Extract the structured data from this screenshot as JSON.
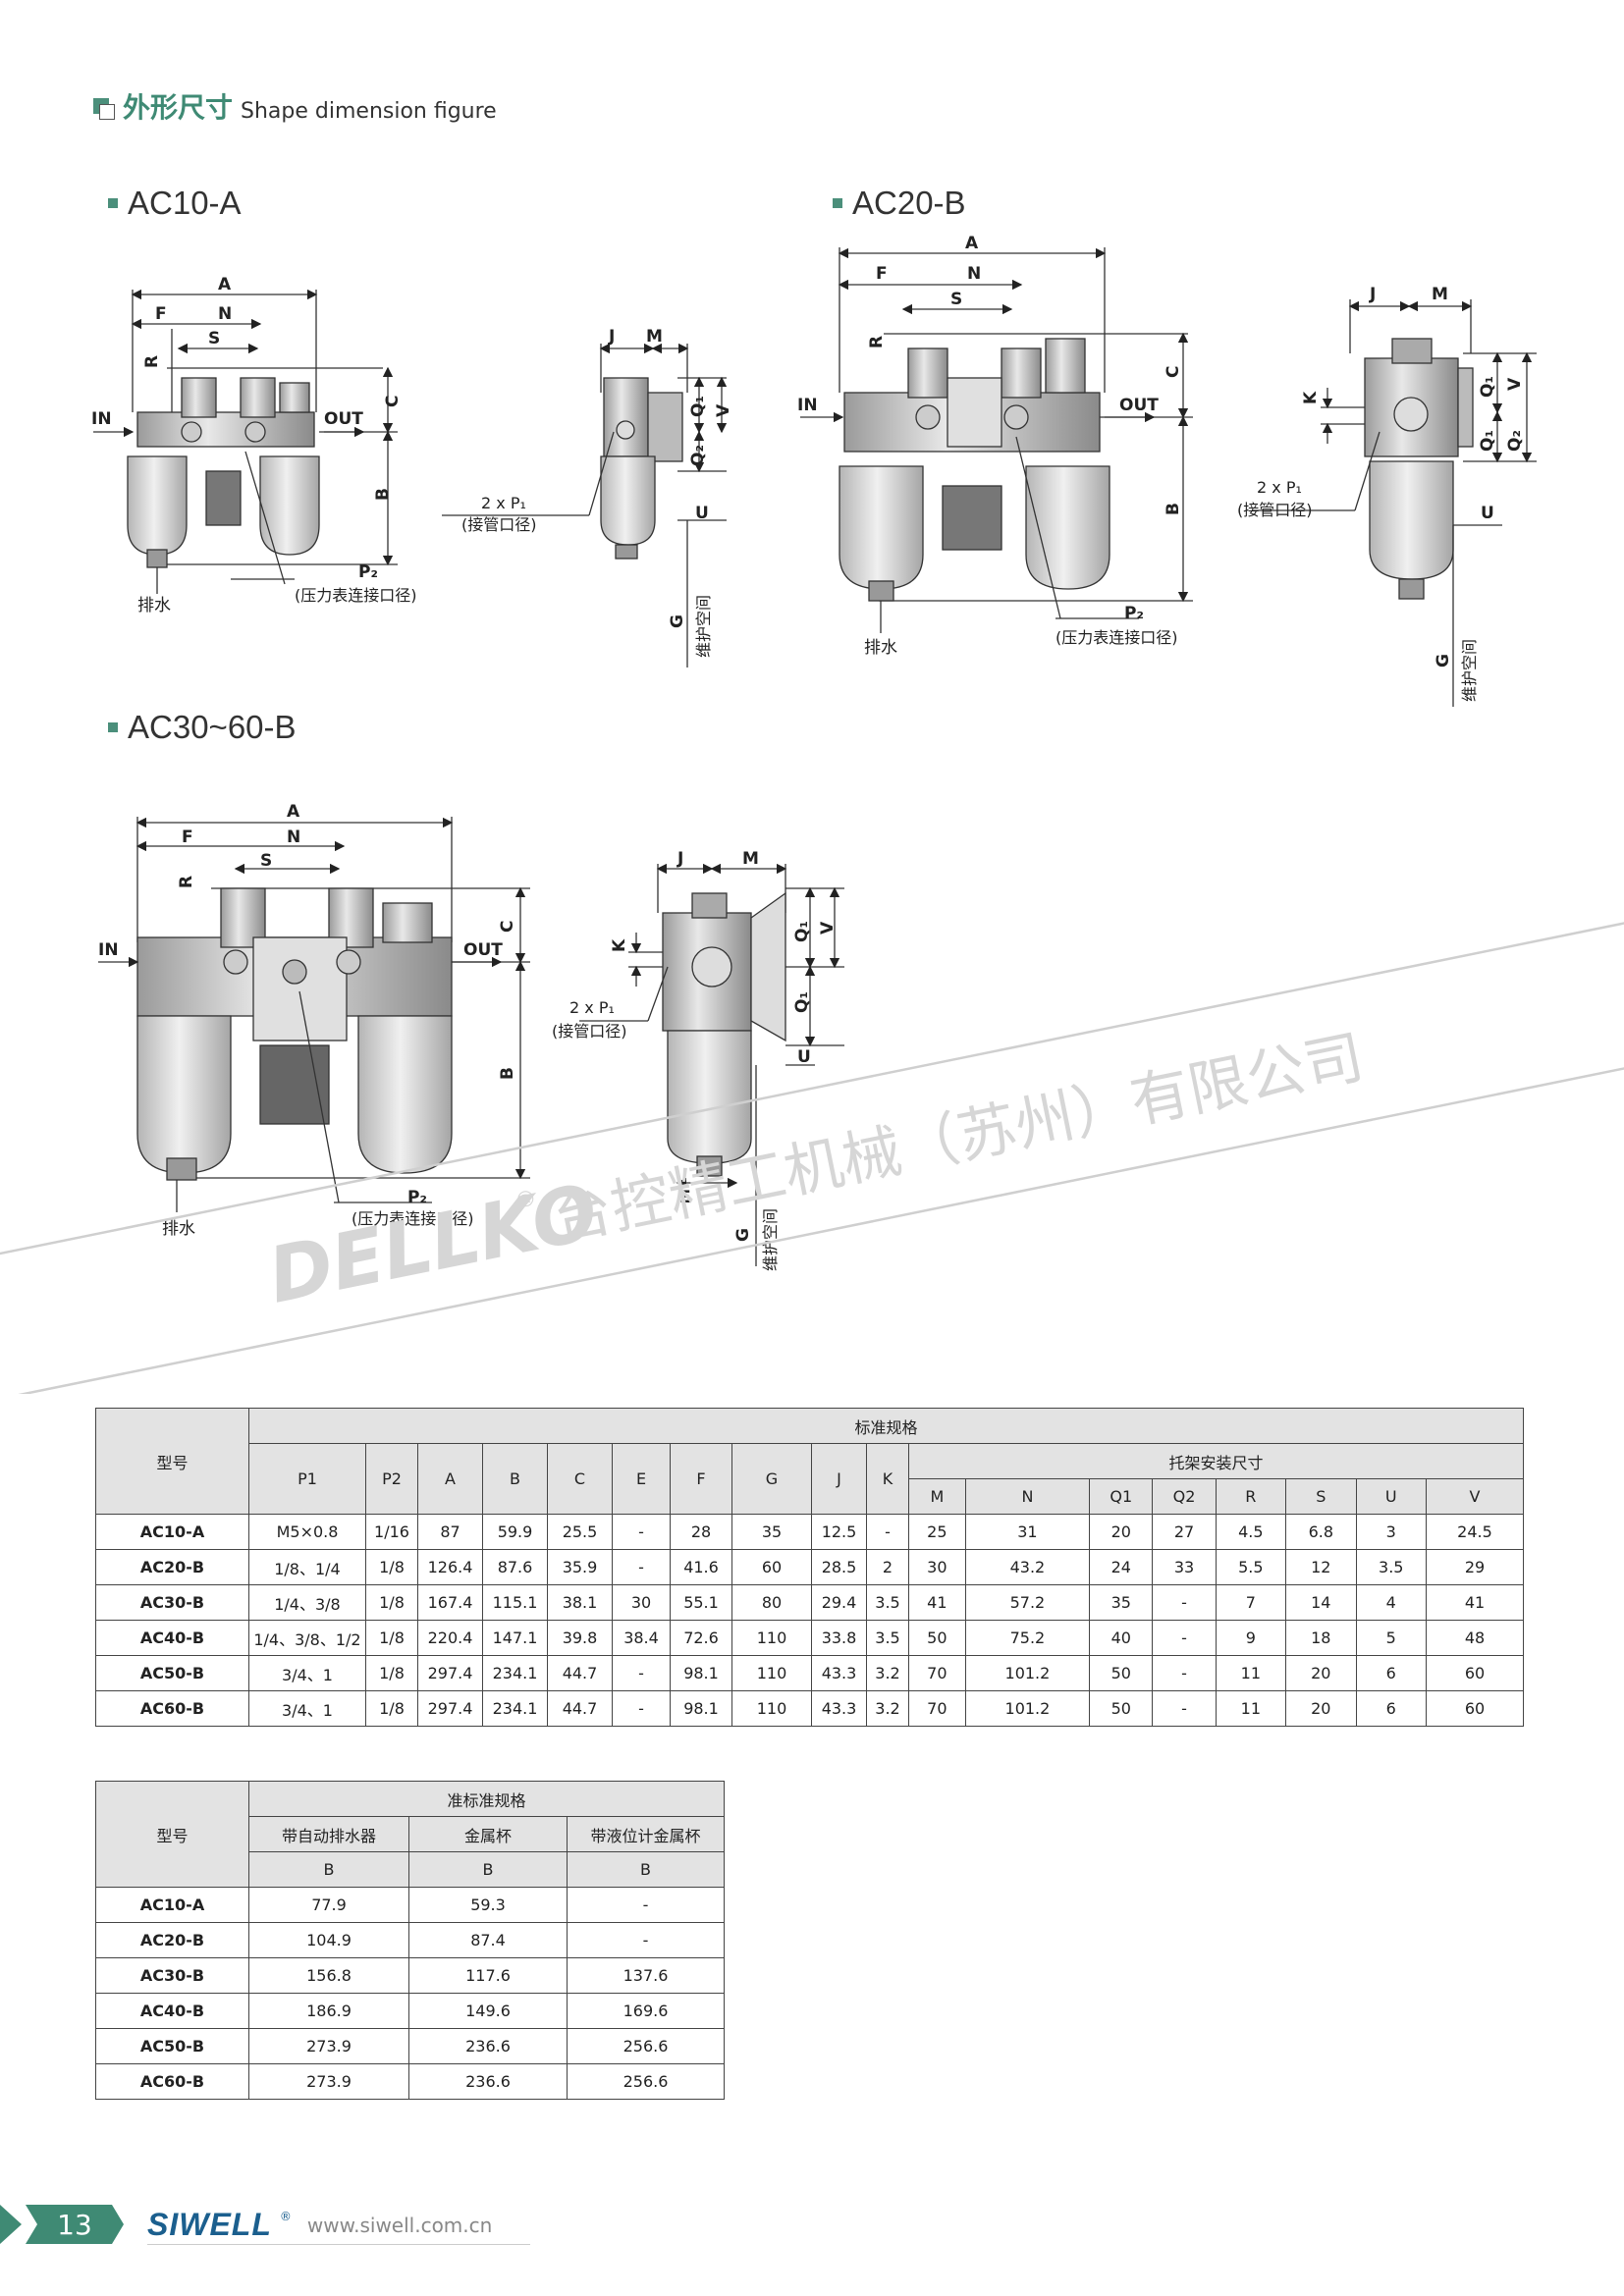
{
  "header": {
    "title_cn": "外形尺寸",
    "title_en": "Shape dimension figure"
  },
  "sections": {
    "ac10": "AC10-A",
    "ac20": "AC20-B",
    "ac30": "AC30~60-B"
  },
  "labels": {
    "in": "IN",
    "out": "OUT",
    "drain": "排水",
    "p1": "2 x P₁",
    "p1_sub": "(接管口径)",
    "p2": "P₂",
    "p2_sub": "(压力表连接口径)",
    "maint": "维护空间",
    "A": "A",
    "B": "B",
    "C": "C",
    "E": "E",
    "F": "F",
    "G": "G",
    "J": "J",
    "K": "K",
    "M": "M",
    "N": "N",
    "Q1": "Q₁",
    "Q2": "Q₂",
    "R": "R",
    "S": "S",
    "U": "U",
    "V": "V"
  },
  "watermark": {
    "brand": "DELLKO",
    "reg": "®",
    "company": "台控精工机械（苏州）有限公司"
  },
  "table1": {
    "model_header": "型号",
    "group_header": "标准规格",
    "bracket_header": "托架安装尺寸",
    "columns": [
      "P1",
      "P2",
      "A",
      "B",
      "C",
      "E",
      "F",
      "G",
      "J",
      "K"
    ],
    "bracket_columns": [
      "M",
      "N",
      "Q1",
      "Q2",
      "R",
      "S",
      "U",
      "V"
    ],
    "rows": [
      {
        "model": "AC10-A",
        "cells": [
          "M5×0.8",
          "1/16",
          "87",
          "59.9",
          "25.5",
          "-",
          "28",
          "35",
          "12.5",
          "-",
          "25",
          "31",
          "20",
          "27",
          "4.5",
          "6.8",
          "3",
          "24.5"
        ]
      },
      {
        "model": "AC20-B",
        "cells": [
          "1/8、1/4",
          "1/8",
          "126.4",
          "87.6",
          "35.9",
          "-",
          "41.6",
          "60",
          "28.5",
          "2",
          "30",
          "43.2",
          "24",
          "33",
          "5.5",
          "12",
          "3.5",
          "29"
        ]
      },
      {
        "model": "AC30-B",
        "cells": [
          "1/4、3/8",
          "1/8",
          "167.4",
          "115.1",
          "38.1",
          "30",
          "55.1",
          "80",
          "29.4",
          "3.5",
          "41",
          "57.2",
          "35",
          "-",
          "7",
          "14",
          "4",
          "41"
        ]
      },
      {
        "model": "AC40-B",
        "cells": [
          "1/4、3/8、1/2",
          "1/8",
          "220.4",
          "147.1",
          "39.8",
          "38.4",
          "72.6",
          "110",
          "33.8",
          "3.5",
          "50",
          "75.2",
          "40",
          "-",
          "9",
          "18",
          "5",
          "48"
        ]
      },
      {
        "model": "AC50-B",
        "cells": [
          "3/4、1",
          "1/8",
          "297.4",
          "234.1",
          "44.7",
          "-",
          "98.1",
          "110",
          "43.3",
          "3.2",
          "70",
          "101.2",
          "50",
          "-",
          "11",
          "20",
          "6",
          "60"
        ]
      },
      {
        "model": "AC60-B",
        "cells": [
          "3/4、1",
          "1/8",
          "297.4",
          "234.1",
          "44.7",
          "-",
          "98.1",
          "110",
          "43.3",
          "3.2",
          "70",
          "101.2",
          "50",
          "-",
          "11",
          "20",
          "6",
          "60"
        ]
      }
    ]
  },
  "table2": {
    "model_header": "型号",
    "group_header": "准标准规格",
    "columns": [
      "带自动排水器",
      "金属杯",
      "带液位计金属杯"
    ],
    "sub": [
      "B",
      "B",
      "B"
    ],
    "rows": [
      {
        "model": "AC10-A",
        "cells": [
          "77.9",
          "59.3",
          "-"
        ]
      },
      {
        "model": "AC20-B",
        "cells": [
          "104.9",
          "87.4",
          "-"
        ]
      },
      {
        "model": "AC30-B",
        "cells": [
          "156.8",
          "117.6",
          "137.6"
        ]
      },
      {
        "model": "AC40-B",
        "cells": [
          "186.9",
          "149.6",
          "169.6"
        ]
      },
      {
        "model": "AC50-B",
        "cells": [
          "273.9",
          "236.6",
          "256.6"
        ]
      },
      {
        "model": "AC60-B",
        "cells": [
          "273.9",
          "236.6",
          "256.6"
        ]
      }
    ]
  },
  "footer": {
    "page": "13",
    "brand": "SIWELL",
    "reg": "®",
    "url": "www.siwell.com.cn"
  }
}
